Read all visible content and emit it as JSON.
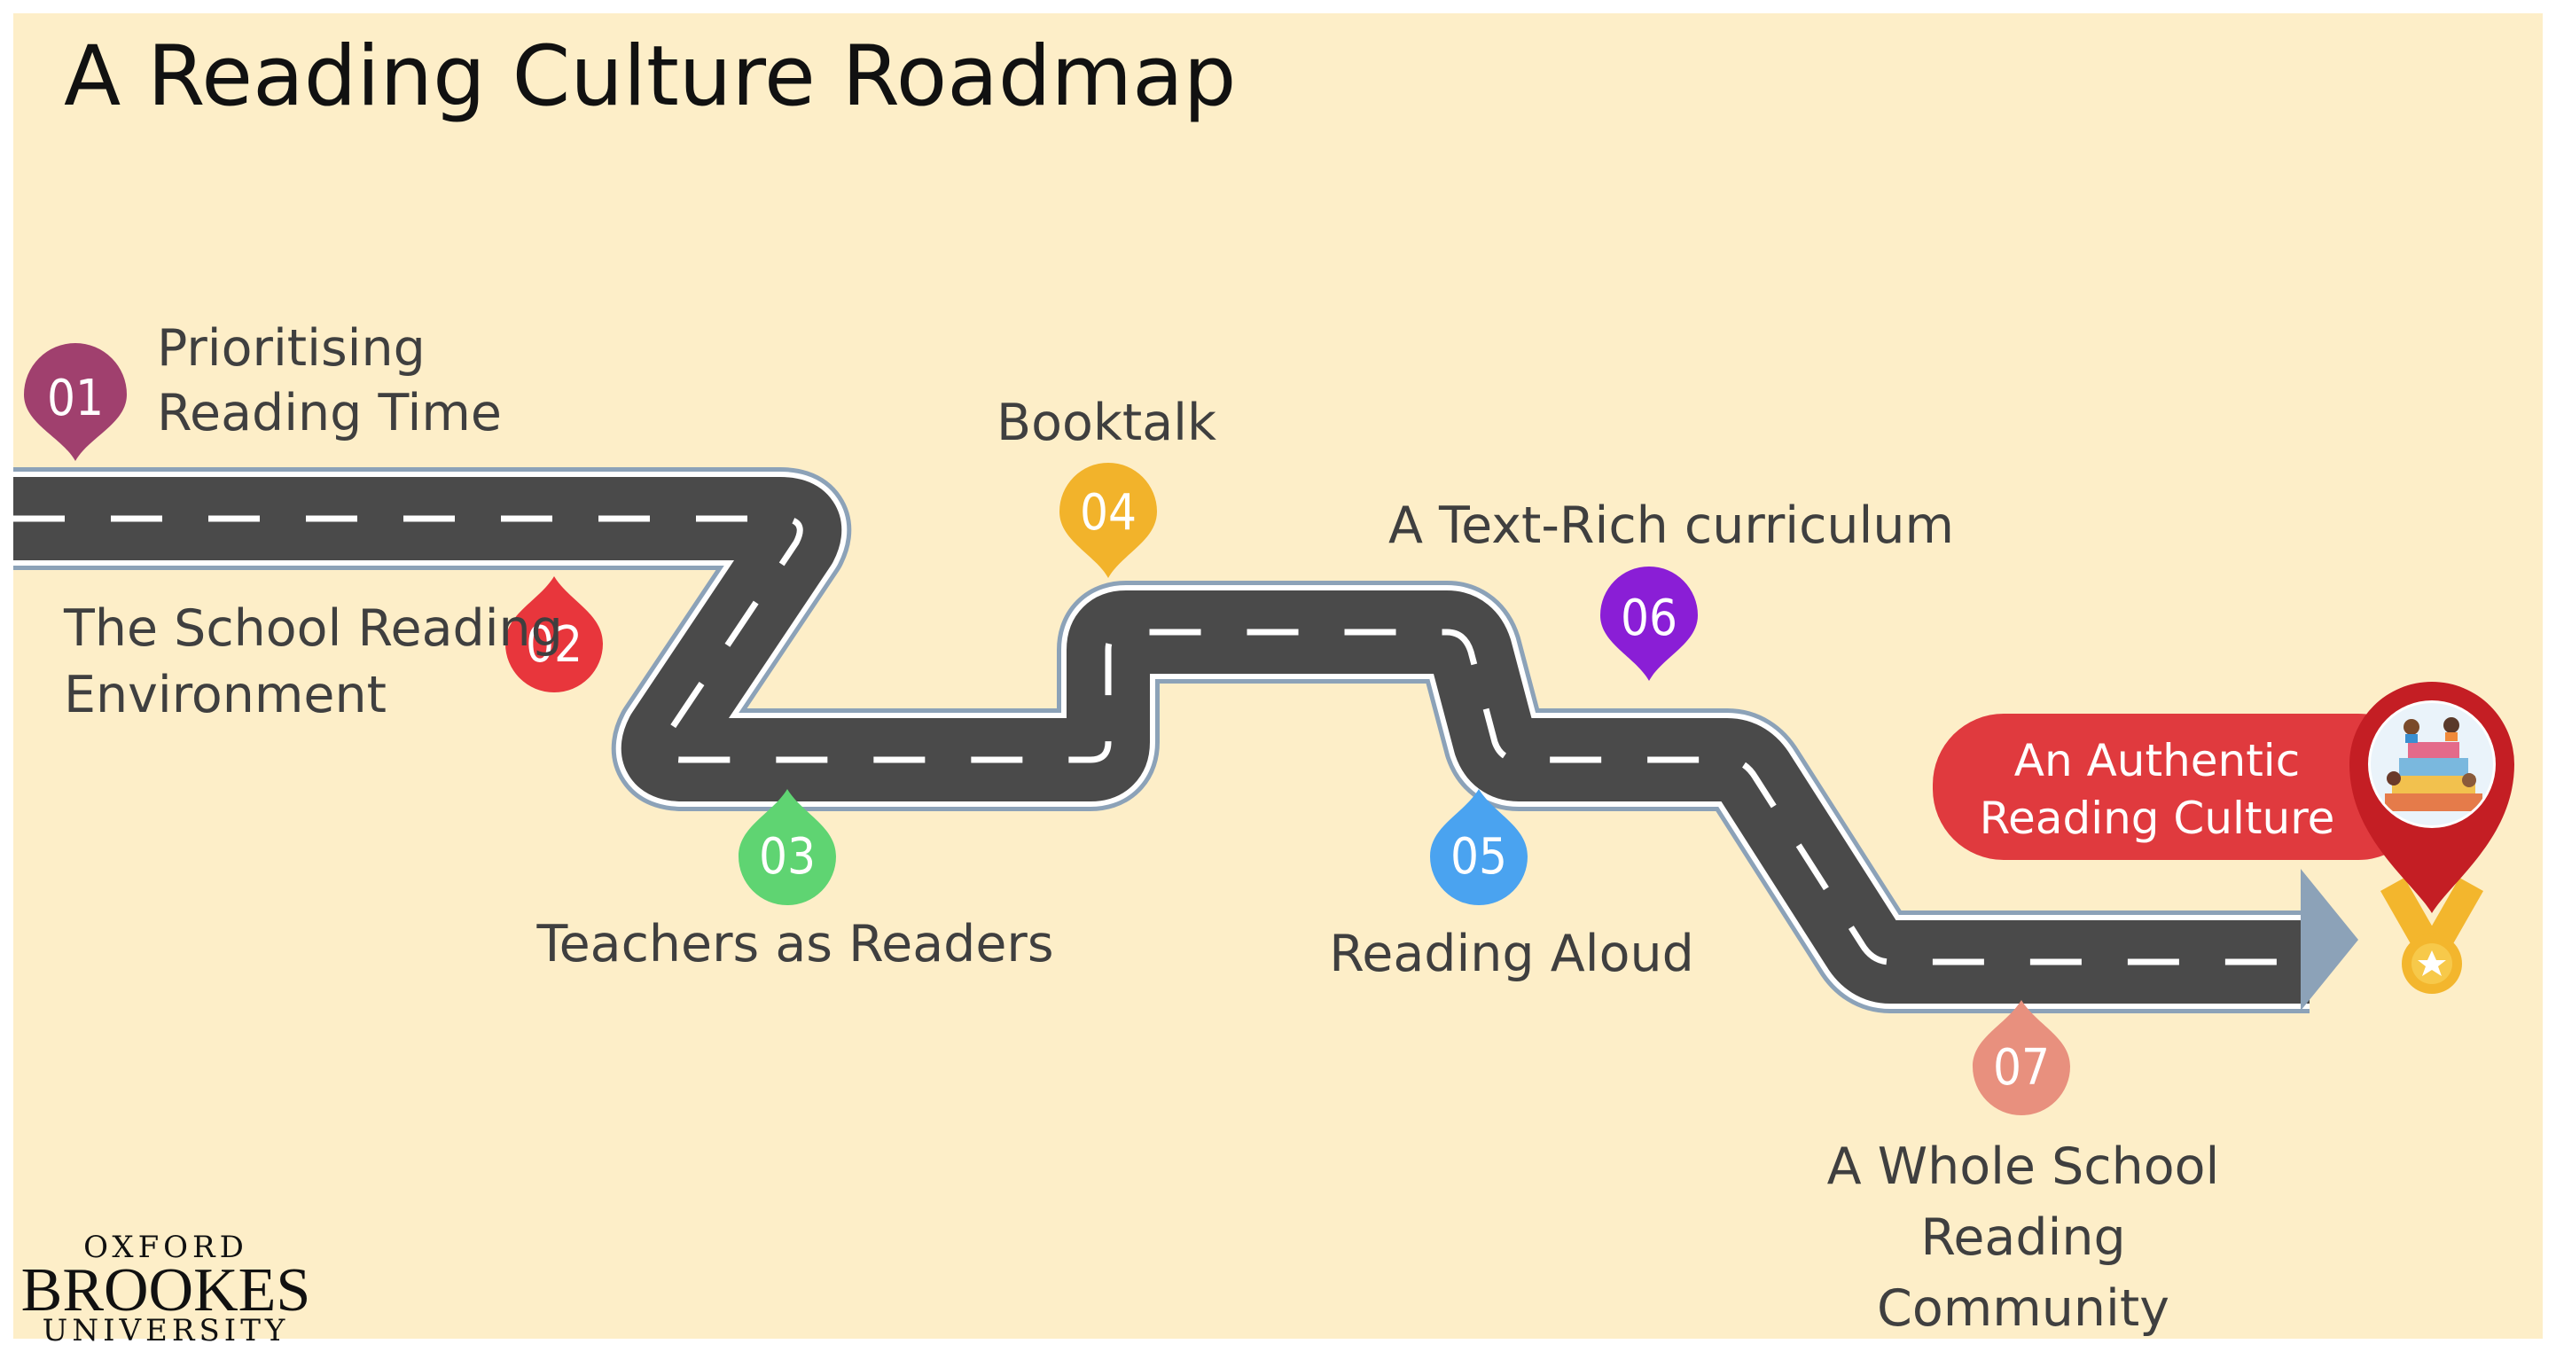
{
  "title": "A Reading Culture Roadmap",
  "colors": {
    "background": "#fdeec8",
    "road": "#4a4a4a",
    "road_border": "#8ca2b8",
    "goal": "#e03a3e"
  },
  "milestones": [
    {
      "num": "01",
      "label_lines": [
        "Prioritising",
        "Reading Time"
      ],
      "color": "#a0406e",
      "icon": "map-pin-icon"
    },
    {
      "num": "02",
      "label_lines": [
        "The School Reading",
        "Environment"
      ],
      "color": "#e8363c",
      "icon": "map-pin-icon"
    },
    {
      "num": "03",
      "label_lines": [
        "Teachers as Readers"
      ],
      "color": "#5fd472",
      "icon": "map-pin-icon"
    },
    {
      "num": "04",
      "label_lines": [
        "Booktalk"
      ],
      "color": "#f2b32b",
      "icon": "map-pin-icon"
    },
    {
      "num": "05",
      "label_lines": [
        "Reading Aloud"
      ],
      "color": "#4aa3f0",
      "icon": "map-pin-icon"
    },
    {
      "num": "06",
      "label_lines": [
        "A Text-Rich curriculum"
      ],
      "color": "#8a1ed6",
      "icon": "map-pin-icon"
    },
    {
      "num": "07",
      "label_lines": [
        "A Whole School",
        "Reading",
        "Community"
      ],
      "color": "#e8907e",
      "icon": "map-pin-icon"
    }
  ],
  "goal": {
    "label_lines": [
      "An Authentic",
      "Reading Culture"
    ],
    "icon": "medal-icon"
  },
  "logo": {
    "line1": "OXFORD",
    "line2": "BROOKES",
    "line3": "UNIVERSITY"
  }
}
